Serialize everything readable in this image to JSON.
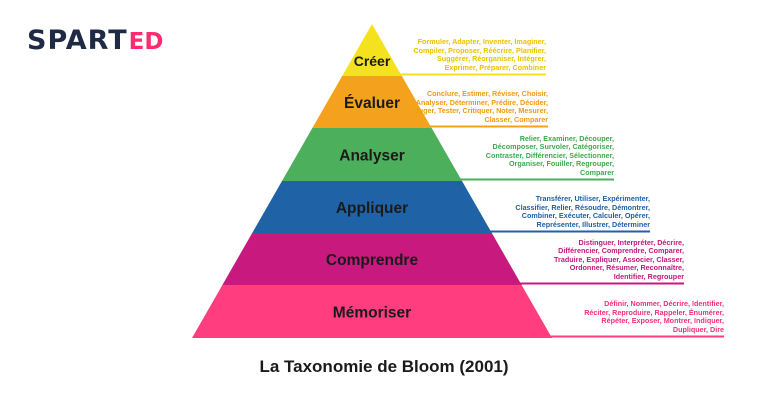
{
  "logo": {
    "part1": "SPART",
    "part2": "ED"
  },
  "caption": "La Taxonomie de Bloom (2001)",
  "levels": [
    {
      "label": "Créer",
      "color": "#f5e21f",
      "text_color": "#1a1a1a",
      "verb_color": "#e8c300",
      "verbs": "Formuler, Adapter, Inventer, Imaginer,\nCompiler, Proposer, Réécrire, Planifier,\nSuggérer, Réorganiser, Intégrer,\nExprimer, Préparer, Combiner"
    },
    {
      "label": "Évaluer",
      "color": "#f4a21d",
      "text_color": "#1a1a1a",
      "verb_color": "#ee9a12",
      "verbs": "Conclure, Estimer, Réviser, Choisir,\nAnalyser, Déterminer, Prédire, Décider,\nJuger, Tester, Critiquer, Noter, Mesurer,\nClasser, Comparer"
    },
    {
      "label": "Analyser",
      "color": "#4caf5b",
      "text_color": "#1a1a1a",
      "verb_color": "#3ea84e",
      "verbs": "Relier, Examiner, Découper,\nDécomposer, Survoler, Catégoriser,\nContraster, Différencier, Sélectionner,\nOrganiser, Fouiller, Regrouper,\nComparer"
    },
    {
      "label": "Appliquer",
      "color": "#1f63a6",
      "text_color": "#1a1a1a",
      "verb_color": "#1f5fa5",
      "verbs": "Transférer, Utiliser, Expérimenter,\nClassifier, Relier, Résoudre, Démontrer,\nCombiner, Exécuter, Calculer, Opérer,\nReprésenter, Illustrer, Déterminer"
    },
    {
      "label": "Comprendre",
      "color": "#c8197e",
      "text_color": "#1a1a1a",
      "verb_color": "#c2187a",
      "verbs": "Distinguer, Interpréter, Décrire,\nDifférencier, Comprendre, Comparer,\nTraduire, Expliquer, Associer, Classer,\nOrdonner, Résumer, Reconnaître,\nIdentifier, Regrouper"
    },
    {
      "label": "Mémoriser",
      "color": "#ff3d7f",
      "text_color": "#1a1a1a",
      "verb_color": "#f0307a",
      "verbs": "Définir, Nommer, Décrire, Identifier,\nRéciter, Reproduire, Rappeler, Énumérer,\nRépéter, Exposer, Montrer, Indiquer,\nDupliquer, Dire"
    }
  ]
}
